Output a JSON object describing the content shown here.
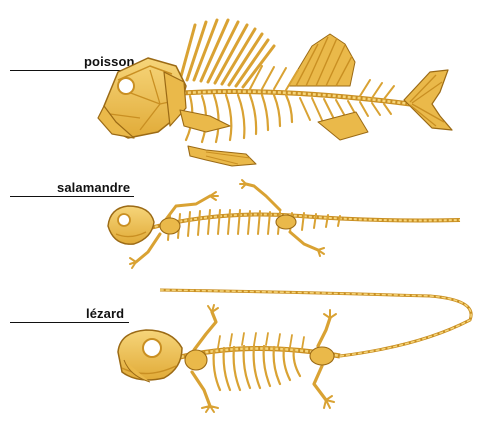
{
  "labels": {
    "fish": "poisson",
    "salamander": "salamandre",
    "lizard": "lézard"
  },
  "colors": {
    "bone_light": "#f6d57a",
    "bone_mid": "#eaba45",
    "bone_dark": "#c98f22",
    "bone_outline": "#9b6a15",
    "label_text": "#111111"
  }
}
